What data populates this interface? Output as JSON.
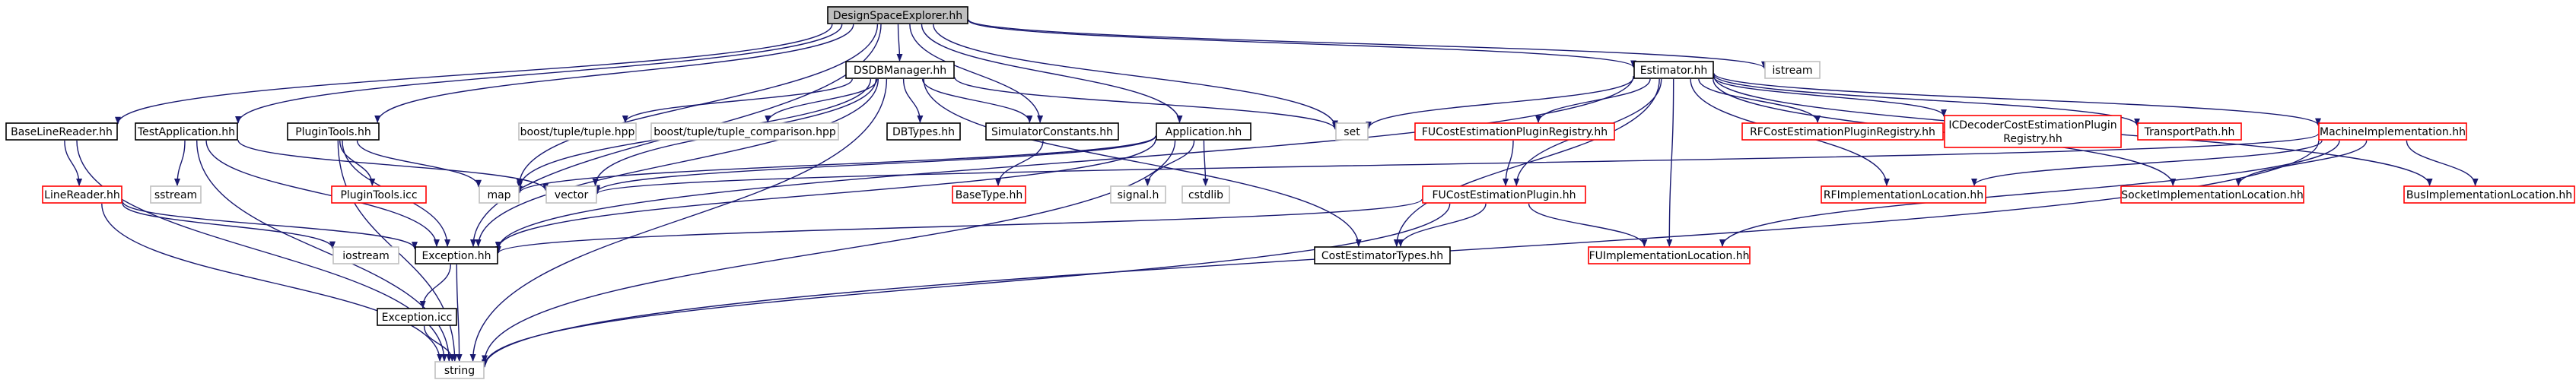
{
  "diagram": {
    "style": {
      "edge_color": "#191970",
      "node_default_border": "#000000",
      "node_missing_border": "#bfbfbf",
      "node_warning_border": "#ff0000",
      "root_fill": "#bfbfbf",
      "text_color": "#000000"
    },
    "nodes": [
      {
        "id": "dse",
        "label": "DesignSpaceExplorer.hh",
        "kind": "root"
      },
      {
        "id": "dsdb",
        "label": "DSDBManager.hh",
        "kind": "normal"
      },
      {
        "id": "estimator",
        "label": "Estimator.hh",
        "kind": "normal"
      },
      {
        "id": "istream",
        "label": "istream",
        "kind": "missing"
      },
      {
        "id": "baselinereader",
        "label": "BaseLineReader.hh",
        "kind": "normal"
      },
      {
        "id": "testapp",
        "label": "TestApplication.hh",
        "kind": "normal"
      },
      {
        "id": "plugintools",
        "label": "PluginTools.hh",
        "kind": "normal"
      },
      {
        "id": "tuple",
        "label": "boost/tuple/tuple.hpp",
        "kind": "missing"
      },
      {
        "id": "tuplecmp",
        "label": "boost/tuple/tuple_comparison.hpp",
        "kind": "missing"
      },
      {
        "id": "dbtypes",
        "label": "DBTypes.hh",
        "kind": "normal"
      },
      {
        "id": "simconst",
        "label": "SimulatorConstants.hh",
        "kind": "normal"
      },
      {
        "id": "application",
        "label": "Application.hh",
        "kind": "normal"
      },
      {
        "id": "set",
        "label": "set",
        "kind": "missing"
      },
      {
        "id": "fucostreg",
        "label": "FUCostEstimationPluginRegistry.hh",
        "kind": "warning"
      },
      {
        "id": "rfcostreg",
        "label": "RFCostEstimationPluginRegistry.hh",
        "kind": "warning"
      },
      {
        "id": "icdec",
        "label": "ICDecoderCostEstimationPlugin Registry.hh",
        "kind": "warning"
      },
      {
        "id": "transportpath",
        "label": "TransportPath.hh",
        "kind": "warning"
      },
      {
        "id": "machineimpl",
        "label": "MachineImplementation.hh",
        "kind": "warning"
      },
      {
        "id": "linereader",
        "label": "LineReader.hh",
        "kind": "warning"
      },
      {
        "id": "sstream",
        "label": "sstream",
        "kind": "missing"
      },
      {
        "id": "plugintoolsicc",
        "label": "PluginTools.icc",
        "kind": "warning"
      },
      {
        "id": "map",
        "label": "map",
        "kind": "missing"
      },
      {
        "id": "vector",
        "label": "vector",
        "kind": "missing"
      },
      {
        "id": "basetype",
        "label": "BaseType.hh",
        "kind": "warning"
      },
      {
        "id": "signal",
        "label": "signal.h",
        "kind": "missing"
      },
      {
        "id": "cstdlib",
        "label": "cstdlib",
        "kind": "missing"
      },
      {
        "id": "fucostplugin",
        "label": "FUCostEstimationPlugin.hh",
        "kind": "warning"
      },
      {
        "id": "rfimplloc",
        "label": "RFImplementationLocation.hh",
        "kind": "warning"
      },
      {
        "id": "socketimplloc",
        "label": "SocketImplementationLocation.hh",
        "kind": "warning"
      },
      {
        "id": "busimplloc",
        "label": "BusImplementationLocation.hh",
        "kind": "warning"
      },
      {
        "id": "iostream",
        "label": "iostream",
        "kind": "missing"
      },
      {
        "id": "exception",
        "label": "Exception.hh",
        "kind": "normal"
      },
      {
        "id": "costesttypes",
        "label": "CostEstimatorTypes.hh",
        "kind": "normal"
      },
      {
        "id": "fuimplloc",
        "label": "FUImplementationLocation.hh",
        "kind": "warning"
      },
      {
        "id": "exceptionicc",
        "label": "Exception.icc",
        "kind": "normal"
      },
      {
        "id": "string",
        "label": "string",
        "kind": "missing"
      }
    ],
    "edges": [
      [
        "dse",
        "baselinereader"
      ],
      [
        "dse",
        "testapp"
      ],
      [
        "dse",
        "plugintools"
      ],
      [
        "dse",
        "exception"
      ],
      [
        "dse",
        "map"
      ],
      [
        "dse",
        "dsdb"
      ],
      [
        "dse",
        "simconst"
      ],
      [
        "dse",
        "application"
      ],
      [
        "dse",
        "set"
      ],
      [
        "dse",
        "estimator"
      ],
      [
        "dse",
        "istream"
      ],
      [
        "dsdb",
        "tuple"
      ],
      [
        "dsdb",
        "tuplecmp"
      ],
      [
        "dsdb",
        "dbtypes"
      ],
      [
        "dsdb",
        "simconst"
      ],
      [
        "dsdb",
        "set"
      ],
      [
        "dsdb",
        "costesttypes"
      ],
      [
        "dsdb",
        "map"
      ],
      [
        "dsdb",
        "vector"
      ],
      [
        "dsdb",
        "exception"
      ],
      [
        "dsdb",
        "string"
      ],
      [
        "estimator",
        "set"
      ],
      [
        "estimator",
        "fucostreg"
      ],
      [
        "estimator",
        "rfcostreg"
      ],
      [
        "estimator",
        "icdec"
      ],
      [
        "estimator",
        "transportpath"
      ],
      [
        "estimator",
        "machineimpl"
      ],
      [
        "estimator",
        "fucostplugin"
      ],
      [
        "estimator",
        "rfimplloc"
      ],
      [
        "estimator",
        "socketimplloc"
      ],
      [
        "estimator",
        "busimplloc"
      ],
      [
        "estimator",
        "costesttypes"
      ],
      [
        "estimator",
        "fuimplloc"
      ],
      [
        "estimator",
        "exception"
      ],
      [
        "baselinereader",
        "linereader"
      ],
      [
        "baselinereader",
        "string"
      ],
      [
        "testapp",
        "sstream"
      ],
      [
        "testapp",
        "exception"
      ],
      [
        "testapp",
        "vector"
      ],
      [
        "testapp",
        "string"
      ],
      [
        "plugintools",
        "plugintoolsicc"
      ],
      [
        "plugintools",
        "map"
      ],
      [
        "plugintools",
        "exception"
      ],
      [
        "plugintools",
        "string"
      ],
      [
        "simconst",
        "basetype"
      ],
      [
        "application",
        "map"
      ],
      [
        "application",
        "vector"
      ],
      [
        "application",
        "signal"
      ],
      [
        "application",
        "cstdlib"
      ],
      [
        "application",
        "exception"
      ],
      [
        "application",
        "string"
      ],
      [
        "fucostreg",
        "fucostplugin"
      ],
      [
        "machineimpl",
        "vector"
      ],
      [
        "machineimpl",
        "rfimplloc"
      ],
      [
        "machineimpl",
        "socketimplloc"
      ],
      [
        "machineimpl",
        "busimplloc"
      ],
      [
        "machineimpl",
        "fuimplloc"
      ],
      [
        "machineimpl",
        "string"
      ],
      [
        "linereader",
        "iostream"
      ],
      [
        "linereader",
        "exception"
      ],
      [
        "linereader",
        "string"
      ],
      [
        "fucostplugin",
        "exception"
      ],
      [
        "fucostplugin",
        "costesttypes"
      ],
      [
        "fucostplugin",
        "fuimplloc"
      ],
      [
        "fucostplugin",
        "string"
      ],
      [
        "exception",
        "exceptionicc"
      ],
      [
        "exception",
        "string"
      ],
      [
        "exceptionicc",
        "string"
      ]
    ]
  }
}
